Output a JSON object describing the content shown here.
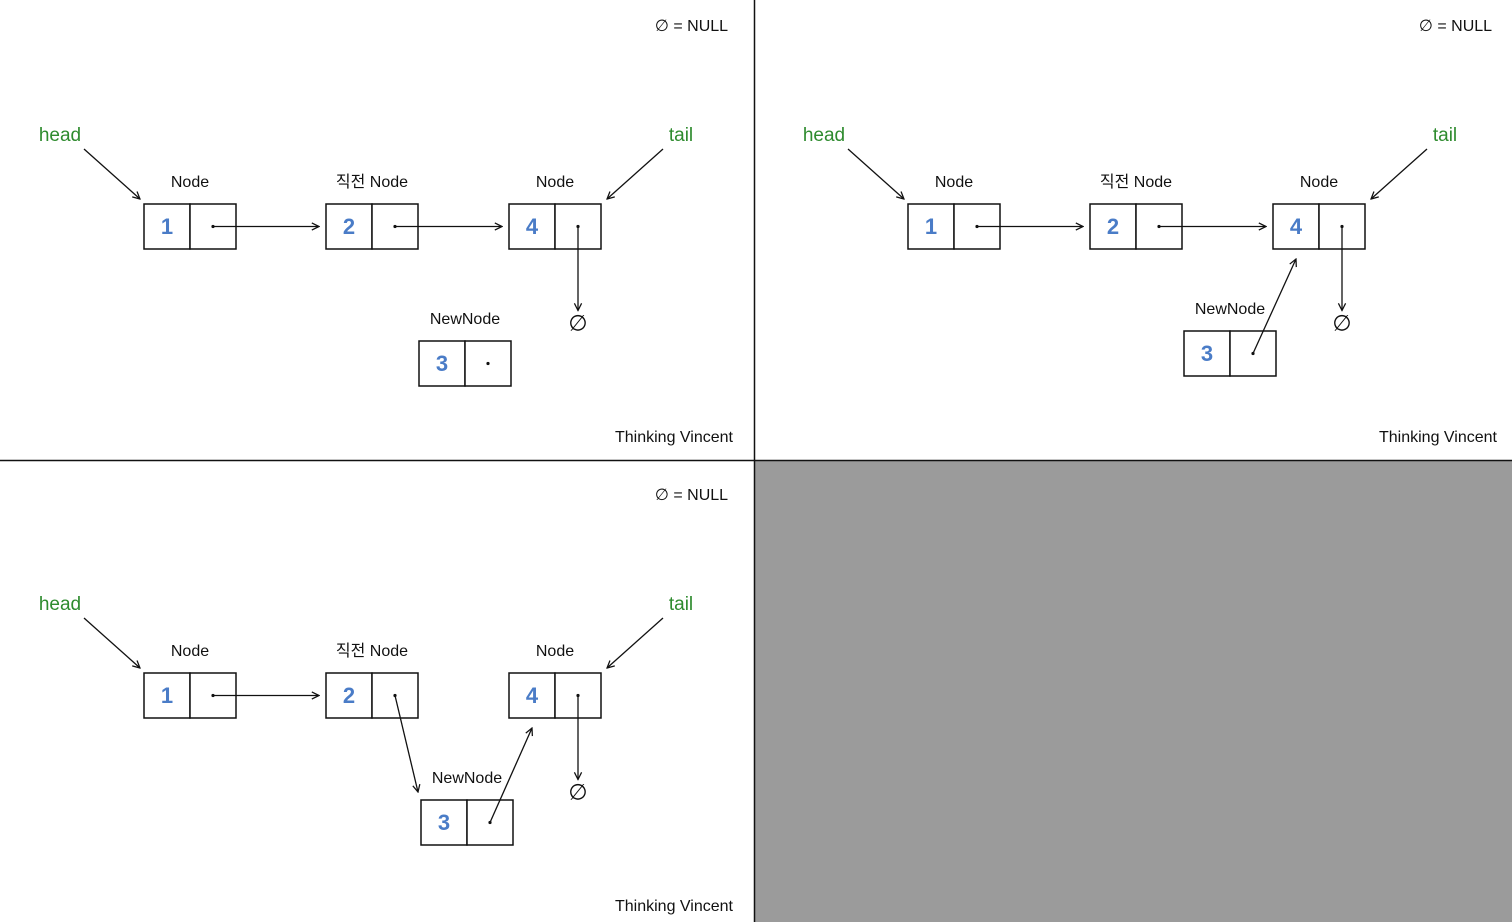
{
  "legend": {
    "symbol": "∅",
    "text": "= NULL"
  },
  "credit": "Thinking Vincent",
  "colors": {
    "pointer": "#2e8b2e",
    "value": "#4a7cc7",
    "empty_panel": "#9b9b9b"
  },
  "panels": [
    {
      "id": "step-1",
      "head_label": "head",
      "tail_label": "tail",
      "nodes": [
        {
          "id": "n1",
          "label": "Node",
          "value": "1"
        },
        {
          "id": "n2",
          "label": "직전 Node",
          "value": "2"
        },
        {
          "id": "n4",
          "label": "Node",
          "value": "4"
        },
        {
          "id": "nn",
          "label": "NewNode",
          "value": "3"
        }
      ],
      "links": [
        {
          "from": "n1",
          "to": "n2"
        },
        {
          "from": "n2",
          "to": "n4"
        },
        {
          "from": "n4",
          "to": "null"
        }
      ]
    },
    {
      "id": "step-2",
      "head_label": "head",
      "tail_label": "tail",
      "nodes": [
        {
          "id": "n1",
          "label": "Node",
          "value": "1"
        },
        {
          "id": "n2",
          "label": "직전 Node",
          "value": "2"
        },
        {
          "id": "n4",
          "label": "Node",
          "value": "4"
        },
        {
          "id": "nn",
          "label": "NewNode",
          "value": "3"
        }
      ],
      "links": [
        {
          "from": "n1",
          "to": "n2"
        },
        {
          "from": "n2",
          "to": "n4"
        },
        {
          "from": "n4",
          "to": "null"
        },
        {
          "from": "nn",
          "to": "n4"
        }
      ]
    },
    {
      "id": "step-3",
      "head_label": "head",
      "tail_label": "tail",
      "nodes": [
        {
          "id": "n1",
          "label": "Node",
          "value": "1"
        },
        {
          "id": "n2",
          "label": "직전 Node",
          "value": "2"
        },
        {
          "id": "n4",
          "label": "Node",
          "value": "4"
        },
        {
          "id": "nn",
          "label": "NewNode",
          "value": "3"
        }
      ],
      "links": [
        {
          "from": "n1",
          "to": "n2"
        },
        {
          "from": "n2",
          "to": "nn"
        },
        {
          "from": "nn",
          "to": "n4"
        },
        {
          "from": "n4",
          "to": "null"
        }
      ]
    }
  ]
}
